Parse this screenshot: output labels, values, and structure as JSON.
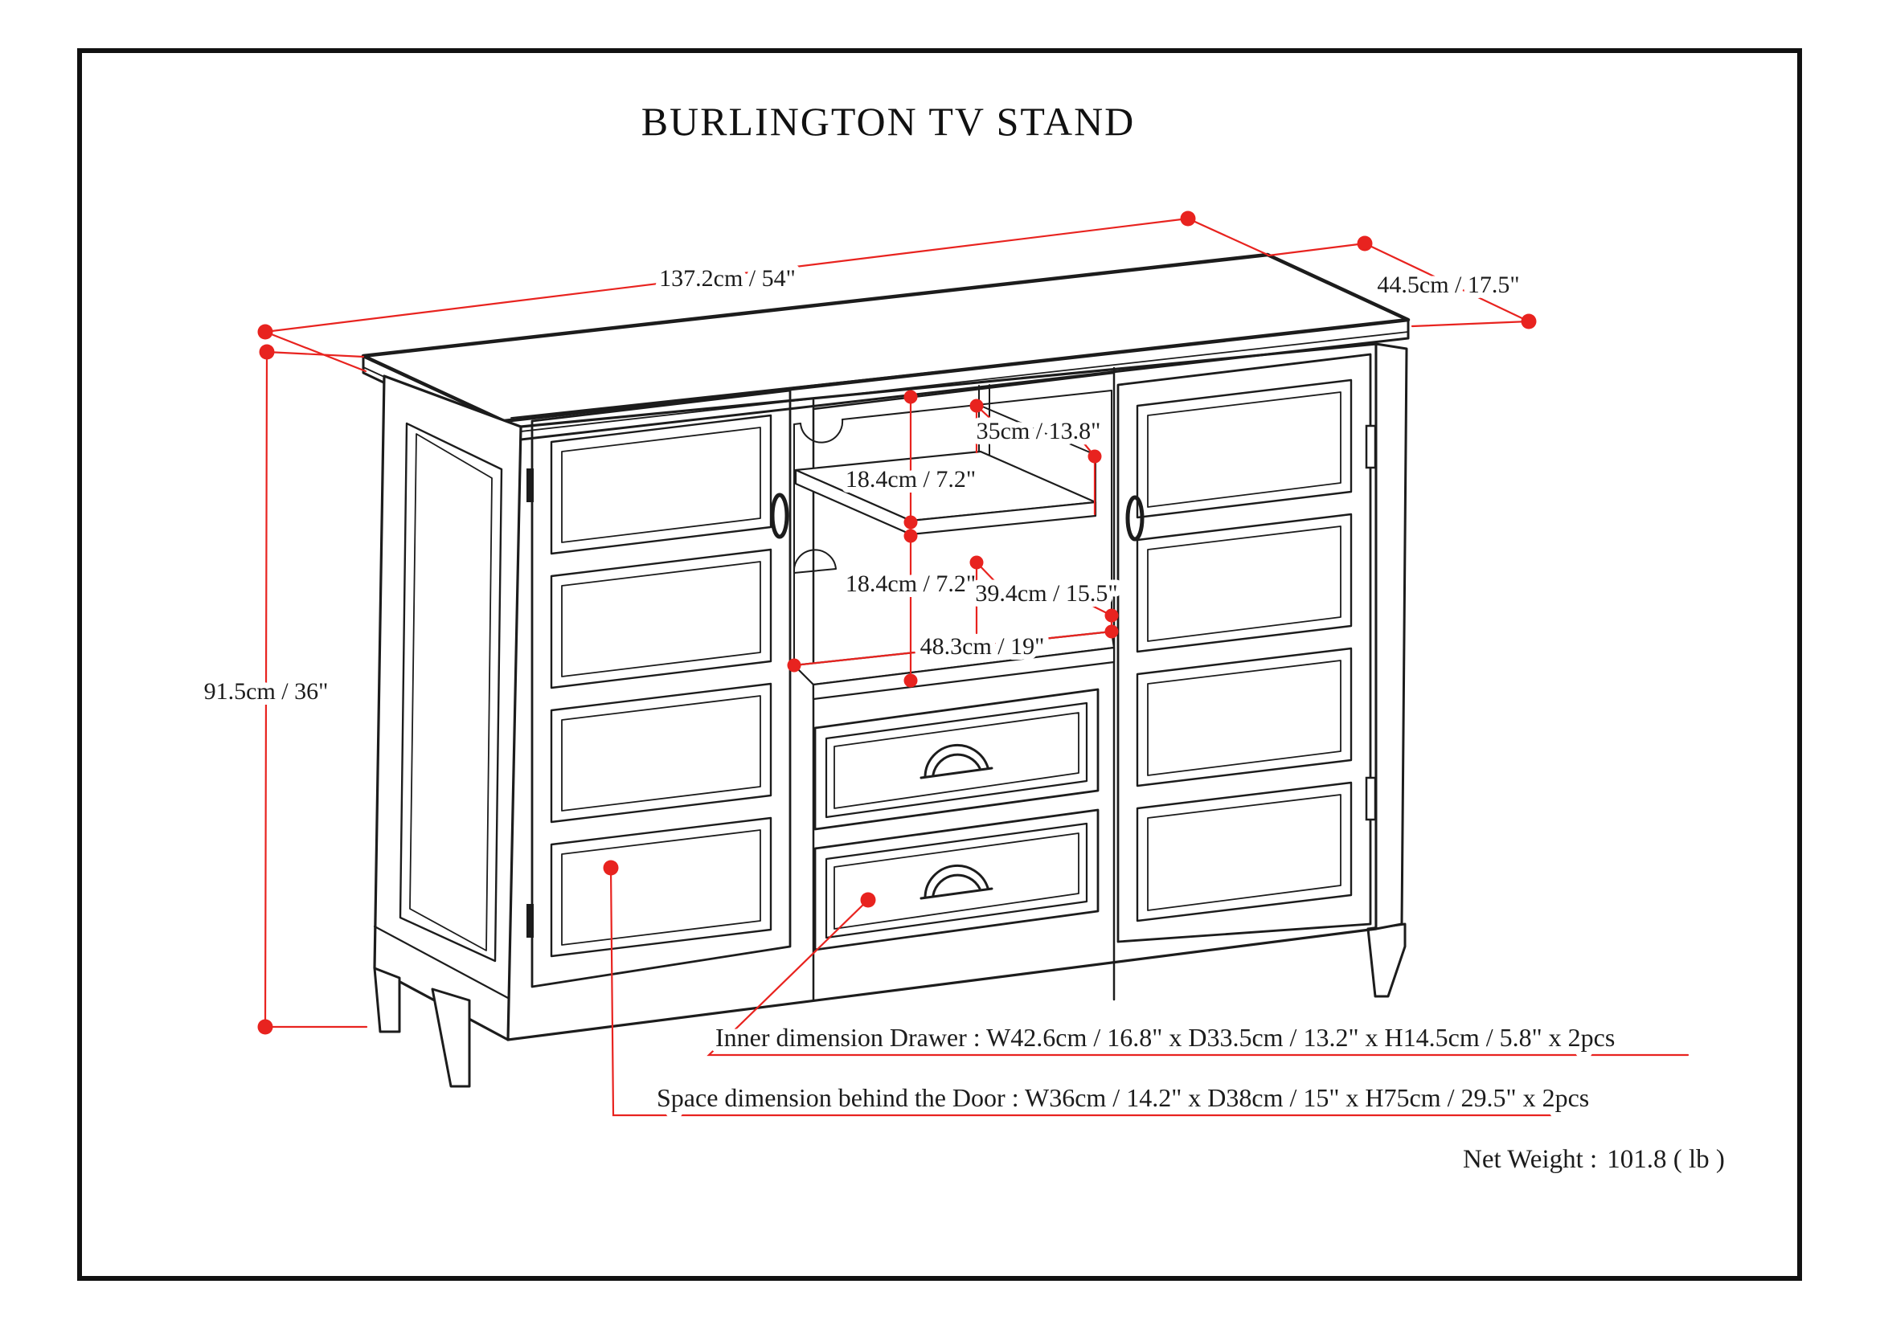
{
  "title": "BURLINGTON TV STAND",
  "dimensions": {
    "overall_width": "137.2cm / 54\"",
    "overall_depth": "44.5cm / 17.5\"",
    "overall_height": "91.5cm / 36\"",
    "top_opening_width": "35cm / 13.8\"",
    "upper_shelf_clearance": "18.4cm / 7.2\"",
    "lower_shelf_clearance": "18.4cm / 7.2\"",
    "media_compartment_depth": "39.4cm / 15.5\"",
    "media_compartment_width": "48.3cm / 19\""
  },
  "notes": {
    "drawer_inner": "Inner dimension Drawer : W42.6cm / 16.8\" x D33.5cm / 13.2\" x H14.5cm / 5.8\" x 2pcs",
    "door_space": "Space dimension behind the Door  : W36cm / 14.2\" x D38cm / 15\" x H75cm / 29.5\" x 2pcs",
    "net_weight_label": "Net Weight :",
    "net_weight_value": "101.8 ( lb )"
  },
  "colors": {
    "ink": "#1c1c1c",
    "dimension_red": "#e8231f",
    "paper": "#ffffff"
  }
}
